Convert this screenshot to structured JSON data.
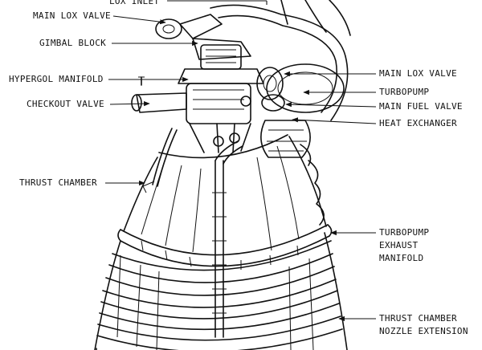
{
  "labels": {
    "lox_inlet": "LOX INLET",
    "main_lox_valve_left": "MAIN LOX VALVE",
    "gimbal_block": "GIMBAL BLOCK",
    "hypergol_manifold": "HYPERGOL MANIFOLD",
    "checkout_valve": "CHECKOUT VALVE",
    "thrust_chamber": "THRUST CHAMBER",
    "main_lox_valve_right": "MAIN LOX VALVE",
    "turbopump": "TURBOPUMP",
    "main_fuel_valve": "MAIN FUEL VALVE",
    "heat_exchanger": "HEAT EXCHANGER",
    "turbopump_exhaust_manifold": [
      "TURBOPUMP",
      "EXHAUST",
      "MANIFOLD"
    ],
    "thrust_chamber_nozzle_extension": [
      "THRUST CHAMBER",
      "NOZZLE EXTENSION"
    ]
  },
  "colors": {
    "ink": "#111111",
    "paper": "#ffffff"
  }
}
